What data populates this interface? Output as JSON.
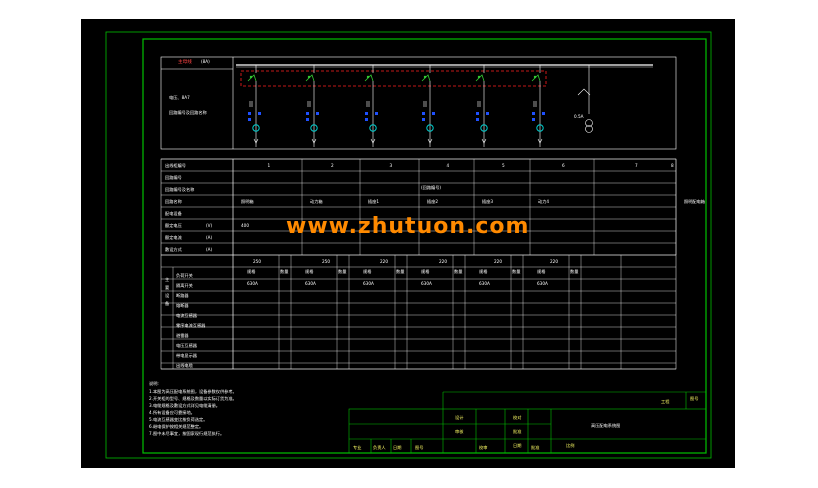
{
  "watermark": "www.zhutuon.com",
  "bus_label": "主母线",
  "bus_label_b": "(8A)",
  "side_label_1": "电压、8A7",
  "side_label_2": "回路编号及回路名称",
  "pt_label": "0.5A",
  "row_labels": [
    "出线柜编号",
    "回路编号",
    "回路编号及名称",
    "回路名称",
    "配电设备",
    "额定电压",
    "额定电流",
    "敷设方式"
  ],
  "row_units": [
    "",
    "",
    "",
    "",
    "",
    "(V)",
    "(A)",
    "(A)"
  ],
  "col_numbers": [
    "1",
    "2",
    "3",
    "4",
    "5",
    "6",
    "7",
    "8"
  ],
  "mid_caption": "(回路编号)",
  "loads": [
    "照明箱",
    "动力箱",
    "插座1",
    "插座2",
    "插座3",
    "动力4",
    "",
    "照明配电箱"
  ],
  "ratings": [
    "400",
    "",
    "",
    "",
    "",
    "",
    "",
    ""
  ],
  "param_values": [
    "250",
    "250",
    "220",
    "220",
    "220",
    "220"
  ],
  "section_label": "主要设备",
  "equip_rows": [
    "负荷开关",
    "隔离开关",
    "断路器",
    "熔断器",
    "电流互感器",
    "零序电流互感器",
    "避雷器",
    "电压互感器",
    "带电显示器",
    "出线电缆"
  ],
  "sub_headers": [
    "规格",
    "数量"
  ],
  "cell_spec": [
    "630A",
    "630A",
    "630A",
    "630A",
    "630A",
    "630A"
  ],
  "notes_title": "说明:",
  "notes": [
    "1.本图为高压配电系统图，设备参数仅供参考。",
    "2.开关柜的型号、规格及数量以实际订货为准。",
    "3.电缆规格及敷设方式详见电缆清册。",
    "4.所有设备应可靠接地。",
    "5.电流互感器变比按负荷选定。",
    "6.继电保护按相关规范整定。",
    "7.图中未尽事宜，按国家现行规范执行。"
  ],
  "title_block": {
    "design": "设计",
    "check": "审核",
    "approve": "批准",
    "review": "校对",
    "date": "日期",
    "scale": "比例",
    "drawing_title": "高压配电系统图",
    "project": "工程",
    "drawing_no": "图号",
    "footer": [
      "专业",
      "负责人",
      "日期",
      "图号",
      "校审",
      "批准"
    ]
  },
  "colors": {
    "background": "#000000",
    "frame": "#00c000",
    "line": "#ffffff",
    "breaker": "#33cc33",
    "fuse": "#1e50ff",
    "ct": "#00d0d0",
    "dashed_box": "#ff2020",
    "watermark": "#ff8a00"
  }
}
